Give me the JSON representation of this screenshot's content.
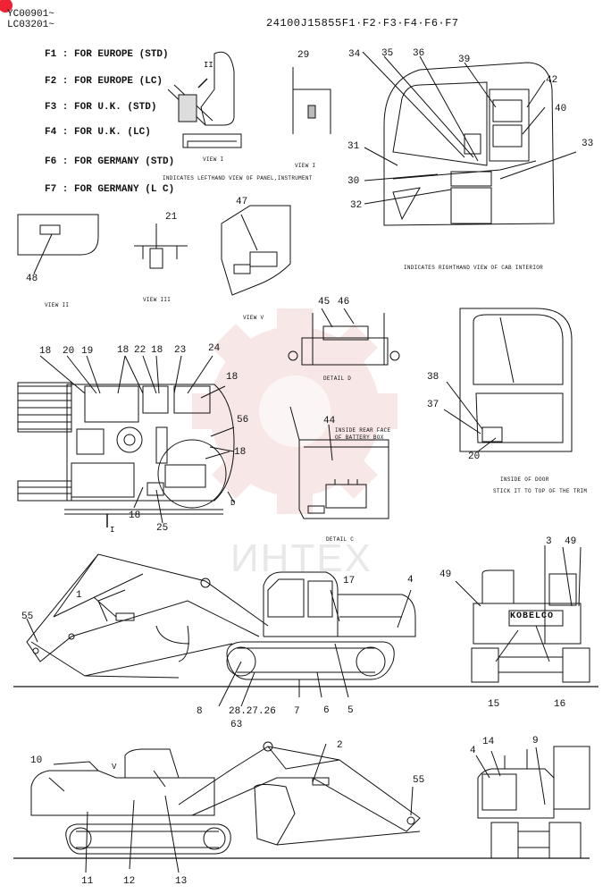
{
  "header": {
    "serial_1": "YC00901~",
    "serial_2": "LC03201~",
    "part_number": "24100J15855F1·F2·F3·F4·F6·F7"
  },
  "options": [
    "F1 : FOR EUROPE (STD)",
    "F2 : FOR EUROPE (LC)",
    "F3 : FOR U.K. (STD)",
    "F4 : FOR U.K. (LC)",
    "F6 : FOR GERMANY (STD)",
    "F7 : FOR GERMANY (L C)"
  ],
  "captions": {
    "left_view": "INDICATES LEFTHAND VIEW OF PANEL,INSTRUMENT",
    "right_view": "INDICATES RIGHTHAND VIEW OF CAB INTERIOR",
    "view_i": "VIEW I",
    "view_i2": "VIEW I",
    "view_ii": "VIEW II",
    "view_iii": "VIEW III",
    "view_v": "VIEW V",
    "detail_d": "DETAIL D",
    "detail_c": "DETAIL C",
    "battery": "INSIDE REAR FACE OF BATTERY BOX",
    "door_1": "INSIDE OF DOOR",
    "door_2": "STICK IT TO TOP OF THE TRIM",
    "arrow_ii": "II",
    "arrow_i": "I",
    "arrow_v": "V",
    "arrow_d": "D",
    "brand": "KOBELCO"
  },
  "watermark": "ИНТЕХ",
  "labels": {
    "n29": "29",
    "n34": "34",
    "n35": "35",
    "n36": "36",
    "n39": "39",
    "n42": "42",
    "n40": "40",
    "n31": "31",
    "n30": "30",
    "n32": "32",
    "n33": "33",
    "n21": "21",
    "n47": "47",
    "n48": "48",
    "n45": "45",
    "n46": "46",
    "t18a": "18",
    "t20": "20",
    "t19": "19",
    "t18b": "18",
    "t22": "22",
    "t18c": "18",
    "t23": "23",
    "t24": "24",
    "t18d": "18",
    "t56": "56",
    "t18e": "18",
    "t18f": "18",
    "t25": "25",
    "n44": "44",
    "n38": "38",
    "n37": "37",
    "n20b": "20",
    "s1": "1",
    "s55": "55",
    "s17": "17",
    "s4": "4",
    "s8": "8",
    "s28": "28.27.26",
    "s63": "63",
    "s7": "7",
    "s6": "6",
    "s5": "5",
    "r3": "3",
    "r49a": "49",
    "r49b": "49",
    "r15": "15",
    "r16": "16",
    "b10": "10",
    "b2": "2",
    "b55": "55",
    "b11": "11",
    "b12": "12",
    "b13": "13",
    "q14": "14",
    "q9": "9",
    "q4": "4"
  }
}
